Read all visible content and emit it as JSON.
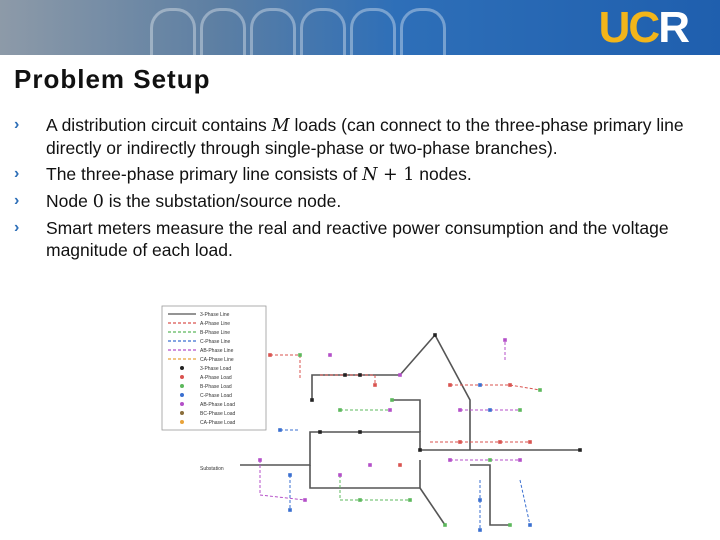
{
  "slide": {
    "title": "Problem Setup",
    "logo": {
      "main": "UC",
      "accent": "R"
    },
    "bullets": [
      {
        "pre": "A distribution circuit contains ",
        "math": "M",
        "post": " loads (can connect to the three-phase primary line directly or indirectly through single-phase or two-phase branches)."
      },
      {
        "pre": "The three-phase primary line consists of ",
        "math": "N",
        "math2": " + 1",
        "post": " nodes."
      },
      {
        "pre": "Node ",
        "mathu": "0",
        "post": " is the substation/source node."
      },
      {
        "text": "Smart meters measure the real and reactive power consumption and the voltage magnitude of each load."
      }
    ]
  },
  "diagram": {
    "legend": [
      "3-Phase Line",
      "A-Phase Line",
      "B-Phase Line",
      "C-Phase Line",
      "AB-Phase Line",
      "CA-Phase Line",
      "3-Phase Load",
      "A-Phase Load",
      "B-Phase Load",
      "C-Phase Load",
      "AB-Phase Load",
      "BC-Phase Load",
      "CA-Phase Load"
    ],
    "substation_label": "Substation",
    "colors": {
      "three_phase": "#555555",
      "a_phase": "#d9534f",
      "b_phase": "#5cb85c",
      "c_phase": "#3a6fd0",
      "ab_phase": "#b44fc8",
      "ca_phase": "#e8a33a"
    }
  }
}
